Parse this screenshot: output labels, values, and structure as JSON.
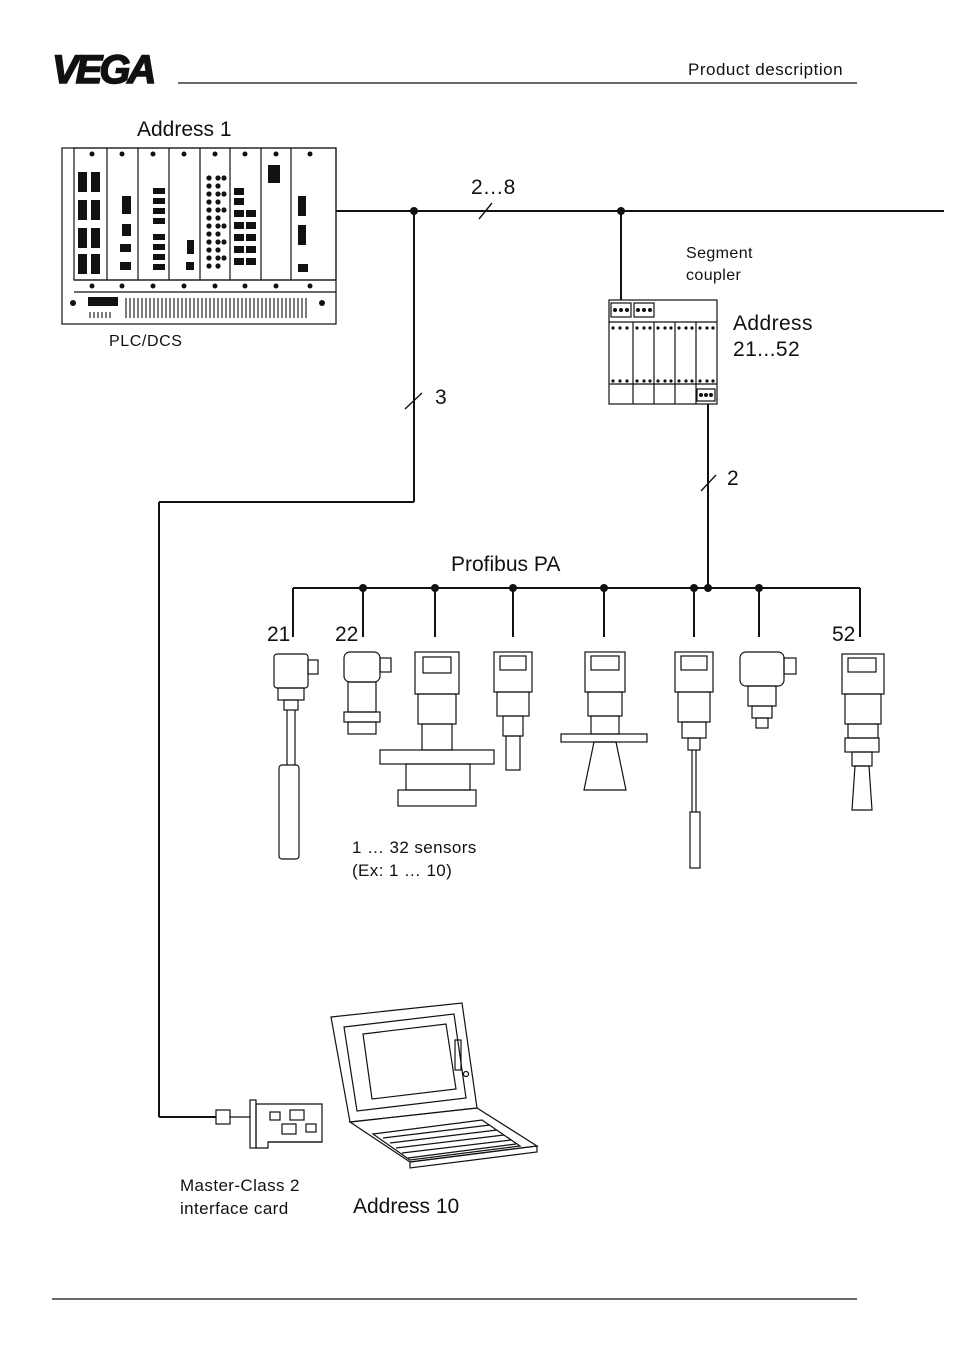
{
  "header": {
    "logo": "VEGA",
    "section_title": "Product description"
  },
  "labels": {
    "plc_address": "Address 1",
    "plc_name": "PLC/DCS",
    "bus_count_main": "2…8",
    "bus_count_branch": "3",
    "bus_count_pa": "2",
    "segment_coupler_line1": "Segment",
    "segment_coupler_line2": "coupler",
    "coupler_address_line1": "Address",
    "coupler_address_line2": "21...52",
    "profibus": "Profibus PA",
    "sensor_first": "21",
    "sensor_second": "22",
    "sensor_last": "52",
    "sensors_count_line1": "1 … 32 sensors",
    "sensors_count_line2": "(Ex: 1 … 10)",
    "card_line1": "Master-Class 2",
    "card_line2": "interface card",
    "laptop_address": "Address 10"
  },
  "colors": {
    "line": "#111111",
    "background": "#ffffff"
  }
}
